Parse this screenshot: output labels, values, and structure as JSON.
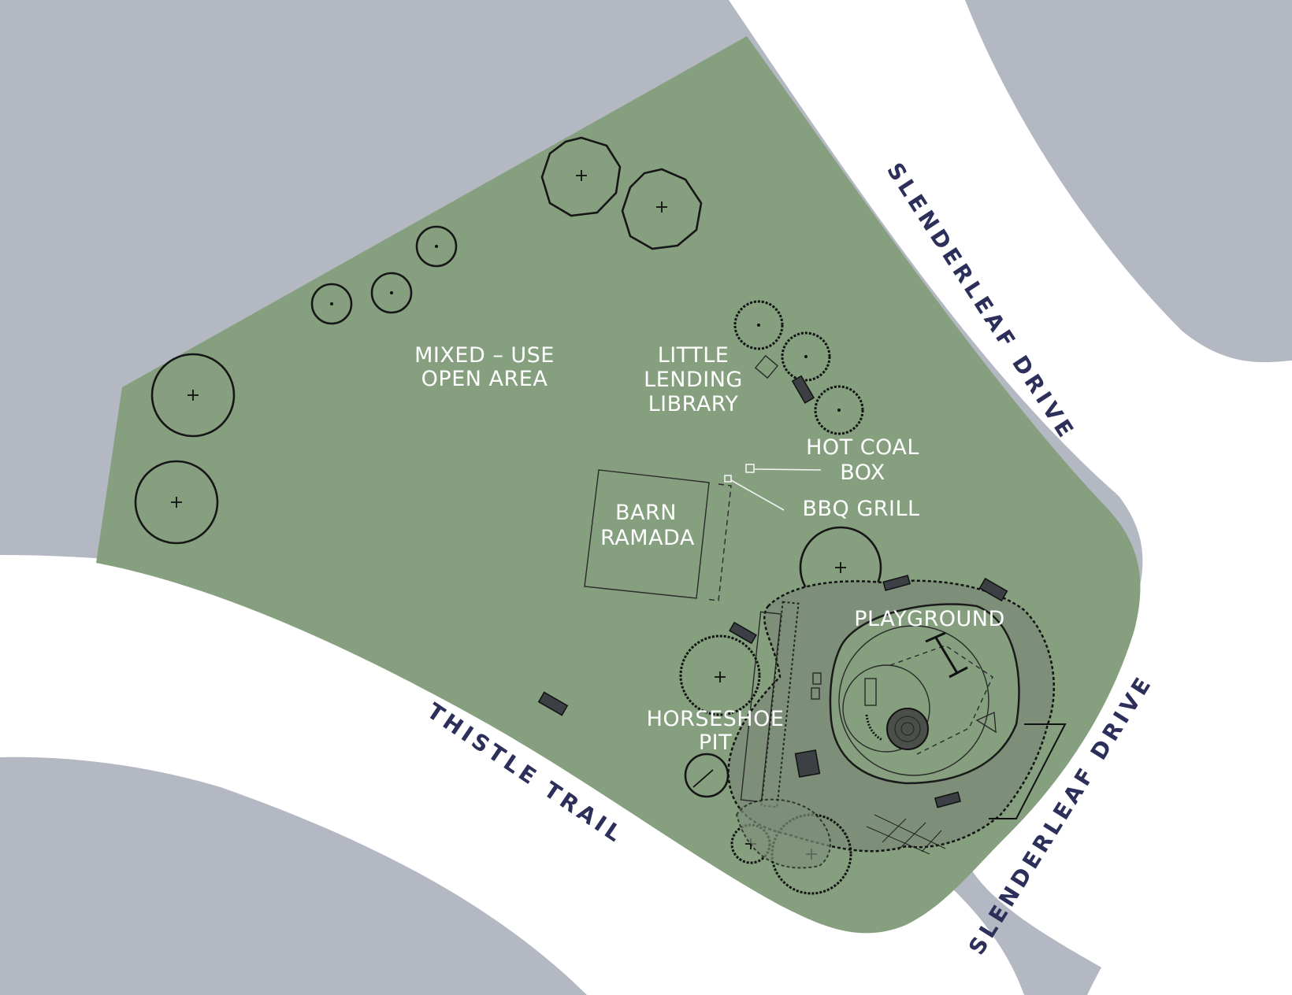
{
  "map": {
    "colors": {
      "background": "#b3b8c3",
      "road": "#ffffff",
      "park": "#86a07f",
      "road_label": "#2c2f5a",
      "feature_label": "#ffffff",
      "linework": "#161616"
    },
    "roads": {
      "slenderleaf_top": "SLENDERLEAF DRIVE",
      "slenderleaf_bottom": "SLENDERLEAF DRIVE",
      "thistle": "THISTLE TRAIL"
    },
    "labels": {
      "mixed_use": [
        "MIXED – USE",
        "OPEN AREA"
      ],
      "library": [
        "LITTLE",
        "LENDING",
        "LIBRARY"
      ],
      "hot_coal": [
        "HOT COAL",
        "BOX"
      ],
      "bbq": "BBQ GRILL",
      "barn": [
        "BARN",
        "RAMADA"
      ],
      "playground": "PLAYGROUND",
      "horseshoe": [
        "HORSESHOE",
        "PIT"
      ]
    },
    "icons": [
      "tree-canopy-icon",
      "bench-icon",
      "tree-trunk-cross-icon"
    ]
  }
}
